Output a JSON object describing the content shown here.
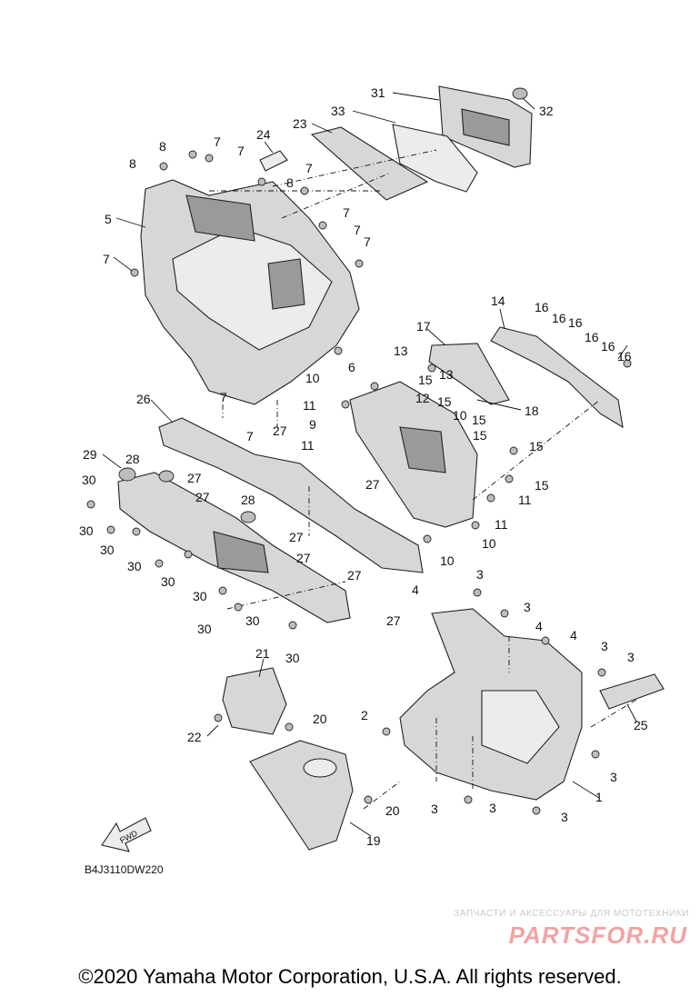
{
  "diagram": {
    "callouts": [
      "1",
      "2",
      "3",
      "4",
      "5",
      "6",
      "7",
      "8",
      "9",
      "10",
      "11",
      "12",
      "13",
      "14",
      "15",
      "16",
      "17",
      "18",
      "19",
      "20",
      "21",
      "22",
      "23",
      "24",
      "25",
      "26",
      "27",
      "28",
      "29",
      "30",
      "31",
      "32",
      "33"
    ],
    "fwd_label": "FWD",
    "code": "B4J3110DW220"
  },
  "watermark": {
    "tagline": "ЗАПЧАСТИ И АКСЕССУАРЫ ДЛЯ МОТОТЕХНИКИ",
    "logo": "PARTSFOR.RU"
  },
  "footer": {
    "copyright": "©2020 Yamaha Motor Corporation, U.S.A. All rights reserved."
  }
}
